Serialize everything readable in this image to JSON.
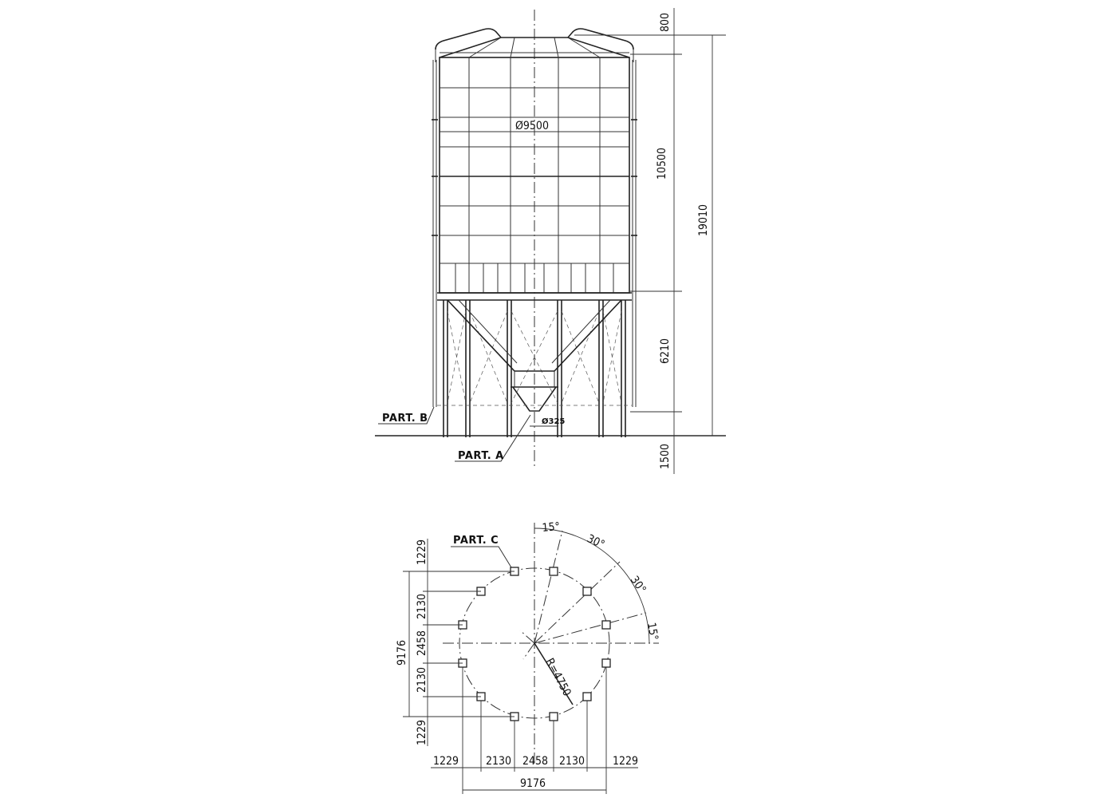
{
  "elevation": {
    "diameter_label": "Ø9500",
    "outlet_label": "Ø325",
    "part_a_label": "PART. A",
    "part_b_label": "PART. B",
    "dim_roof": "800",
    "dim_body": "10500",
    "dim_support": "6210",
    "dim_bottom": "1500",
    "dim_total": "19010"
  },
  "plan": {
    "part_c_label": "PART. C",
    "angle_1": "15°",
    "angle_2": "30°",
    "angle_3": "30°",
    "angle_4": "15°",
    "radius_label": "R=4750",
    "left_dims": [
      "1229",
      "2130",
      "2458",
      "2130",
      "1229"
    ],
    "left_total": "9176",
    "bottom_dims": [
      "1229",
      "2130",
      "2458",
      "2130",
      "1229"
    ],
    "bottom_total": "9176"
  }
}
